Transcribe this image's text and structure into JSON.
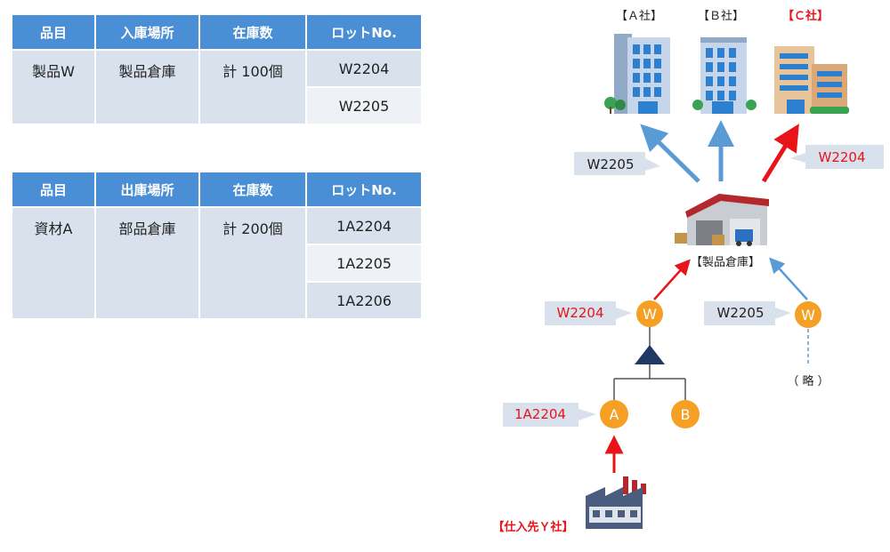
{
  "table1": {
    "headers": [
      "品目",
      "入庫場所",
      "在庫数",
      "ロットNo."
    ],
    "item": "製品W",
    "location": "製品倉庫",
    "stock": "計 100個",
    "lots": [
      "W2204",
      "W2205"
    ]
  },
  "table2": {
    "headers": [
      "品目",
      "出庫場所",
      "在庫数",
      "ロットNo."
    ],
    "item": "資材A",
    "location": "部品倉庫",
    "stock": "計 200個",
    "lots": [
      "1A2204",
      "1A2205",
      "1A2206"
    ]
  },
  "diagram": {
    "companies": [
      "【Ａ社】",
      "【Ｂ社】",
      "【Ｃ社】"
    ],
    "warehouse_label": "【製品倉庫】",
    "supplier_label": "【仕入先Ｙ社】",
    "omitted_label": "（ 略 ）",
    "callouts": {
      "to_a": "W2205",
      "to_c": "W2204",
      "node_w1": "W2204",
      "node_w2": "W2205",
      "node_a": "1A2204"
    },
    "nodes": {
      "w1": "W",
      "w2": "W",
      "a": "A",
      "b": "B"
    },
    "colors": {
      "highlight": "#e8141a",
      "flow": "#5b9bd5",
      "node": "#f5a025",
      "header": "#4a8fd6"
    }
  }
}
